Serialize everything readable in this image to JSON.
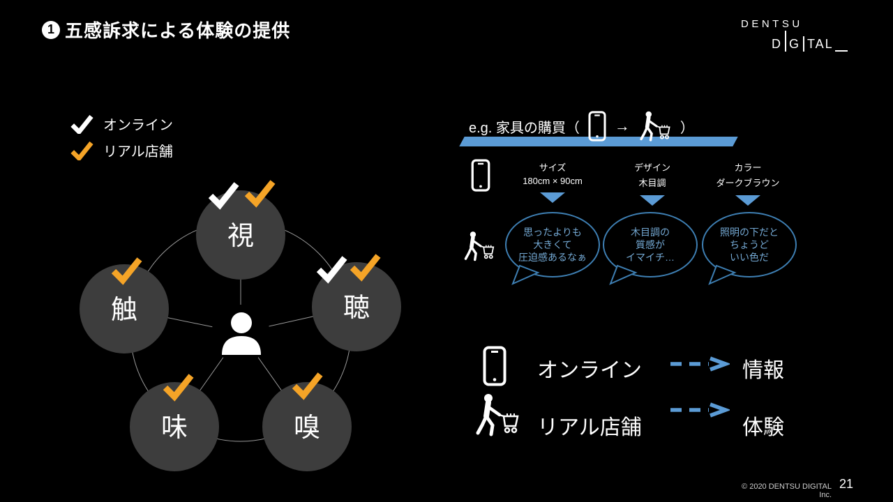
{
  "colors": {
    "bg": "#000000",
    "white": "#FFFFFF",
    "orange": "#F5A427",
    "blue": "#5B9BD5",
    "bubble_stroke": "#3E7FB3",
    "bubble_text": "#74A9D4",
    "circle_fill": "#3D3D3D",
    "ring": "#9A9A9A",
    "footer_text": "#CFCFCF"
  },
  "slide": {
    "badge_number": "1",
    "title": "五感訴求による体験の提供",
    "page_number": "21",
    "copyright": "© 2020 DENTSU DIGITAL Inc."
  },
  "logo": {
    "line1": "DENTSU",
    "line2_p1": "D",
    "line2_p2": "G",
    "line2_p3": "TAL"
  },
  "legend": {
    "items": [
      {
        "label": "オンライン",
        "check_color": "white"
      },
      {
        "label": "リアル店舗",
        "check_color": "orange"
      }
    ]
  },
  "diagram": {
    "center_icon": "person-icon",
    "senses": [
      {
        "label": "視",
        "checks": [
          "white",
          "orange"
        ]
      },
      {
        "label": "聴",
        "checks": [
          "white",
          "orange"
        ]
      },
      {
        "label": "触",
        "checks": [
          "orange"
        ]
      },
      {
        "label": "味",
        "checks": [
          "orange"
        ]
      },
      {
        "label": "嗅",
        "checks": [
          "orange"
        ]
      }
    ]
  },
  "example": {
    "header_prefix": "e.g. 家具の購買（",
    "header_arrow": "→",
    "header_suffix": "）",
    "header_icons": [
      "smartphone-icon",
      "person-with-cart-icon"
    ],
    "columns": [
      {
        "attribute": "サイズ",
        "value": "180cm × 90cm",
        "bubble_lines": [
          "思ったよりも",
          "大きくて",
          "圧迫感あるなぁ"
        ]
      },
      {
        "attribute": "デザイン",
        "value": "木目調",
        "bubble_lines": [
          "木目調の",
          "質感が",
          "イマイチ…"
        ]
      },
      {
        "attribute": "カラー",
        "value": "ダークブラウン",
        "bubble_lines": [
          "照明の下だと",
          "ちょうど",
          "いい色だ"
        ]
      }
    ]
  },
  "mapping": {
    "rows": [
      {
        "icon": "smartphone-icon",
        "channel": "オンライン",
        "result": "情報"
      },
      {
        "icon": "person-with-cart-icon",
        "channel": "リアル店舗",
        "result": "体験"
      }
    ]
  }
}
